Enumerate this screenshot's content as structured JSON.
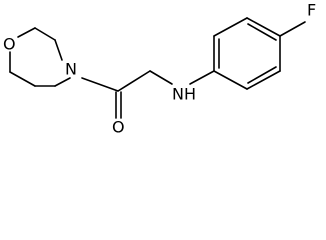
{
  "molecule": {
    "atoms": {
      "morpholine_oxygen": "O",
      "morpholine_nitrogen": "N",
      "carbonyl_oxygen": "O",
      "amine": "NH",
      "fluorine": "F"
    }
  }
}
